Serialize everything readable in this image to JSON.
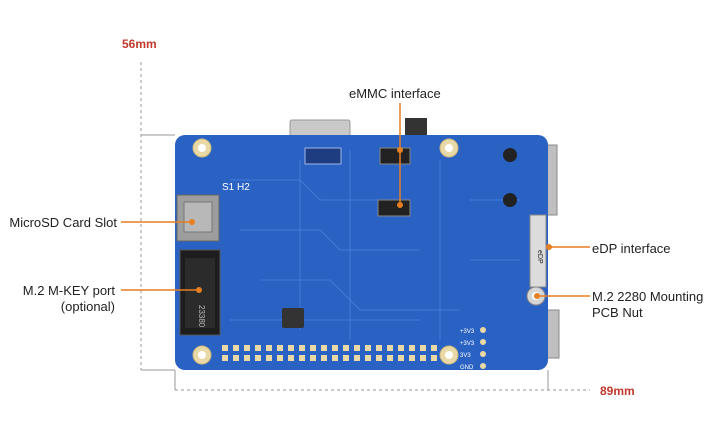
{
  "dimensions": {
    "height_label": "56mm",
    "width_label": "89mm"
  },
  "callouts": {
    "emmc": "eMMC interface",
    "microsd": "MicroSD Card Slot",
    "m2_line1": "M.2 M-KEY port",
    "m2_line2": "(optional)",
    "edp": "eDP interface",
    "nut_line1": "M.2 2280 Mounting",
    "nut_line2": "PCB Nut"
  },
  "board_silk": {
    "model": "S1 H2",
    "m2_mark": "23380",
    "edp_mark": "eDP",
    "pins": [
      "+3V3",
      "+3V3",
      "3V3",
      "GND"
    ]
  },
  "colors": {
    "board": "#2a62c4",
    "accent_line": "#e67e22",
    "dimension": "#c0392b"
  }
}
